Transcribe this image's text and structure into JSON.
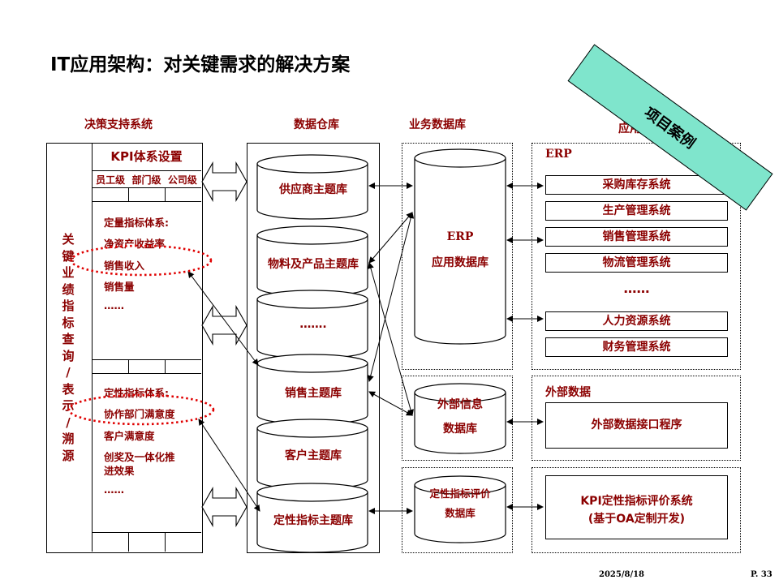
{
  "title": "IT应用架构：对关键需求的解决方案",
  "sections": {
    "decision": "决策支持系统",
    "warehouse": "数据仓库",
    "business_db": "业务数据库",
    "app_system": "应用系统"
  },
  "badge": "项目案例",
  "left_panel": {
    "vertical_label": [
      "关",
      "键",
      "业",
      "绩",
      "指",
      "标",
      "查",
      "询",
      "/",
      "表",
      "示",
      "/",
      "溯",
      "源"
    ],
    "kpi_header": "KPI体系设置",
    "levels": [
      "员工级",
      "部门级",
      "公司级"
    ],
    "quant_title": "定量指标体系:",
    "quant_items": [
      "净资产收益率",
      "销售收入",
      "销售量",
      "……"
    ],
    "qual_title": "定性指标体系:",
    "qual_items": [
      "协作部门满意度",
      "客户满意度",
      "创奖及一体化推",
      "进效果",
      "……"
    ]
  },
  "warehouse_themes": [
    "供应商主题库",
    "物料及产品主题库",
    "…….",
    "销售主题库",
    "客户主题库",
    "定性指标主题库"
  ],
  "business_dbs": {
    "erp": [
      "ERP",
      "应用数据库"
    ],
    "external": [
      "外部信息",
      "数据库"
    ],
    "qualitative": [
      "定性指标评价",
      "数据库"
    ]
  },
  "erp": {
    "label": "ERP",
    "systems": [
      "采购库存系统",
      "生产管理系统",
      "销售管理系统",
      "物流管理系统",
      "……",
      "人力资源系统",
      "财务管理系统"
    ]
  },
  "external": {
    "label": "外部数据",
    "program": "外部数据接口程序"
  },
  "kpi_system": {
    "line1": "KPI定性指标评价系统",
    "line2": "(基于OA定制开发)"
  },
  "footer": {
    "date": "2025/8/18",
    "page": "P. 33"
  }
}
